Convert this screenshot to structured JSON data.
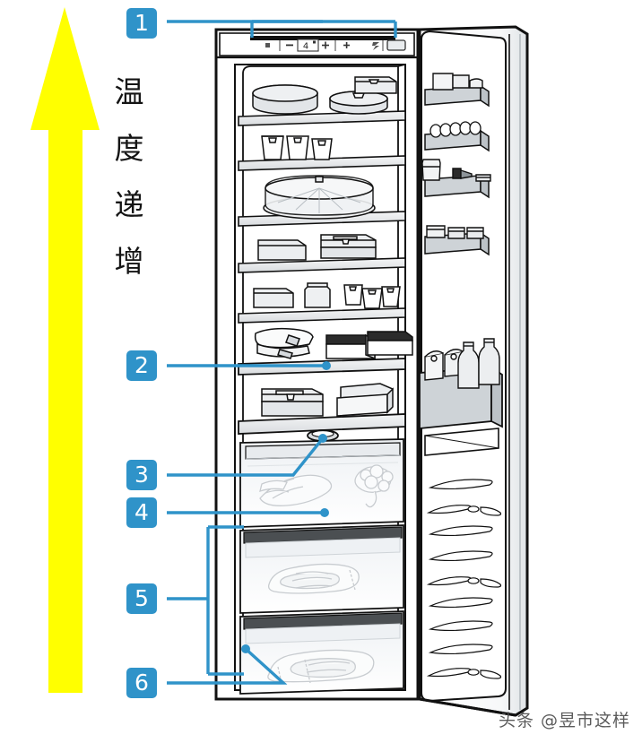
{
  "figure": {
    "type": "appliance-diagram",
    "subject": "refrigerator-interior-zones",
    "background_color": "#ffffff"
  },
  "arrow": {
    "name": "temperature-gradient-arrow",
    "color": "#ffff00",
    "direction": "up",
    "meaning_label": "温度递增"
  },
  "temperature_label": {
    "chars": [
      "温",
      "度",
      "递",
      "增"
    ],
    "orientation": "vertical",
    "color": "#141414"
  },
  "callouts": {
    "accent_color": "#2f93c9",
    "items": [
      {
        "number": "1",
        "target": "control-panel"
      },
      {
        "number": "2",
        "target": "glass-shelf"
      },
      {
        "number": "3",
        "target": "humidity-slider"
      },
      {
        "number": "4",
        "target": "crisper-drawer"
      },
      {
        "number": "5",
        "target": "freshness-drawers"
      },
      {
        "number": "6",
        "target": "cabinet-base"
      }
    ]
  },
  "control_panel": {
    "name": "control-panel",
    "buttons": [
      "alarm",
      "minus",
      "plus",
      "plus",
      "super",
      "power"
    ],
    "display_value": "4"
  },
  "interior": {
    "shelves": [
      {
        "index": 1,
        "items": [
          "round-cake-container",
          "covered-dish",
          "small-box"
        ]
      },
      {
        "index": 2,
        "items": [
          "cup",
          "cup",
          "cup"
        ]
      },
      {
        "index": 3,
        "items": [
          "round-cake-dome"
        ]
      },
      {
        "index": 4,
        "items": [
          "flat-box",
          "bread-bin"
        ]
      },
      {
        "index": 5,
        "items": [
          "box",
          "jar",
          "cup",
          "cup",
          "cup"
        ]
      },
      {
        "index": 6,
        "items": [
          "wrapped-packages",
          "black-lid-box",
          "black-lid-box"
        ]
      },
      {
        "index": 7,
        "items": [
          "bread-bin",
          "food-container"
        ]
      }
    ],
    "drawers": [
      {
        "index": 1,
        "contents": "vegetables"
      },
      {
        "index": 2,
        "contents": "fish-fillet"
      },
      {
        "index": 3,
        "contents": "fish-fillet"
      }
    ]
  },
  "door": {
    "name": "refrigerator-door",
    "racks": [
      {
        "index": 1,
        "items": [
          "carton",
          "butter-dish"
        ]
      },
      {
        "index": 2,
        "items": [
          "eggs"
        ]
      },
      {
        "index": 3,
        "items": [
          "jar",
          "bottle",
          "butter-pack"
        ]
      },
      {
        "index": 4,
        "items": [
          "jar",
          "tin",
          "tin"
        ]
      },
      {
        "index": 5,
        "items": [
          "milk-carton",
          "milk-carton",
          "bottle",
          "bottle"
        ]
      }
    ]
  },
  "watermark": {
    "text": "头条 @昱市这样"
  }
}
